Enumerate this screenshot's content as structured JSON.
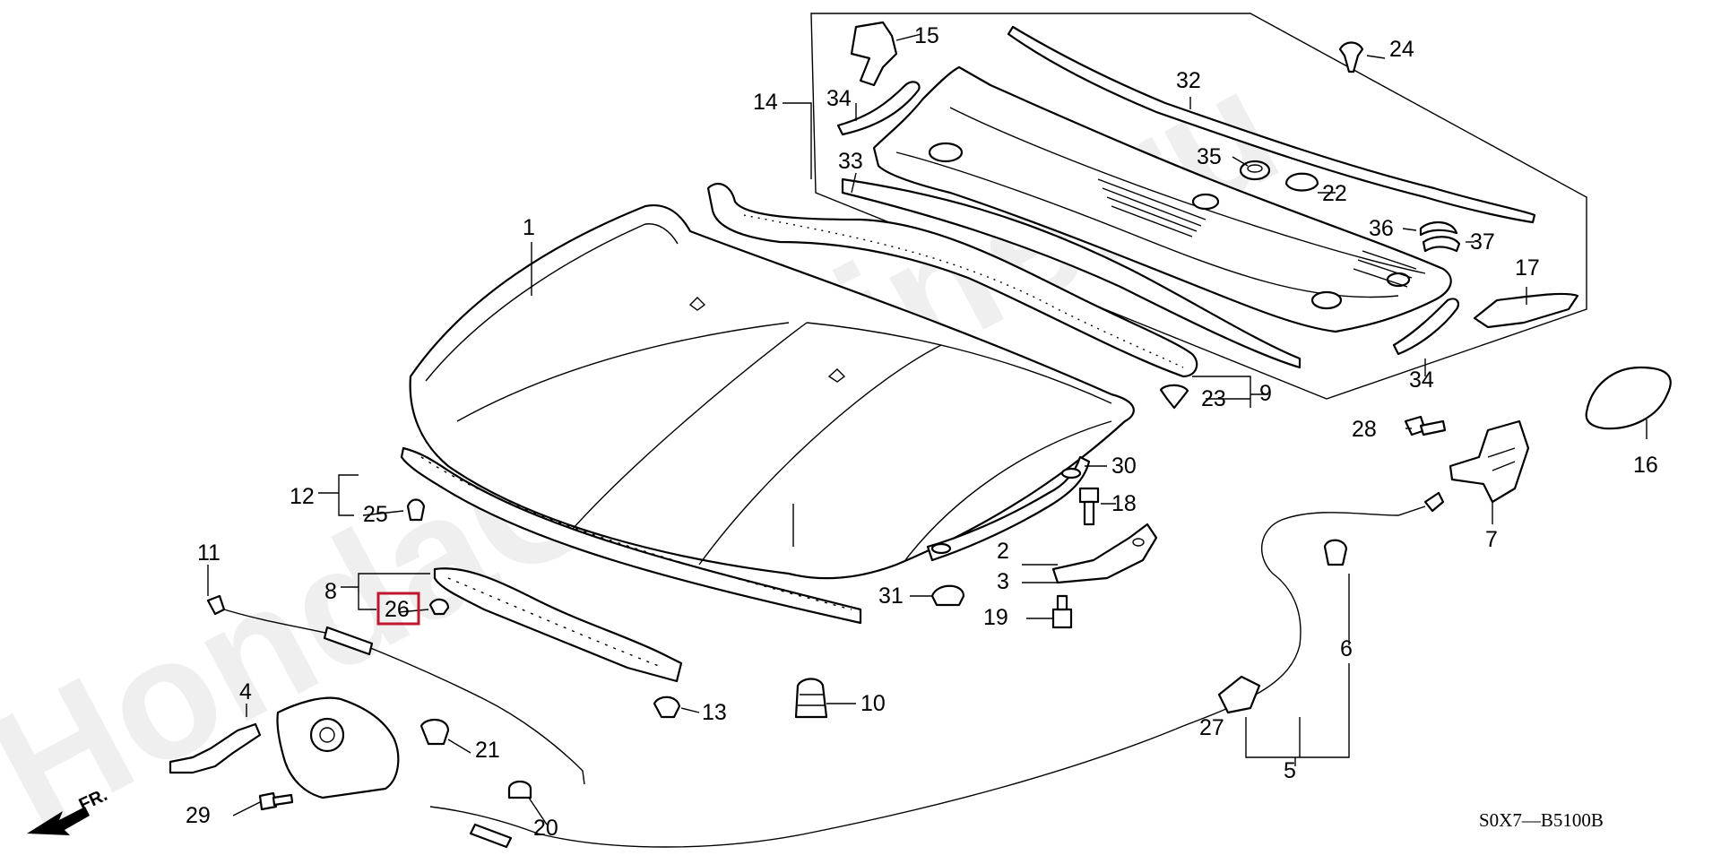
{
  "watermark": "HondaCarMine.ru",
  "diagram_code": "S0X7—B5100B",
  "direction_label": "FR.",
  "highlight_color": "#c0172f",
  "highlighted_part": "26",
  "parts": {
    "p1": "1",
    "p2": "2",
    "p3": "3",
    "p4": "4",
    "p5": "5",
    "p6": "6",
    "p7": "7",
    "p8": "8",
    "p9": "9",
    "p10": "10",
    "p11": "11",
    "p12": "12",
    "p13": "13",
    "p14": "14",
    "p15": "15",
    "p16": "16",
    "p17": "17",
    "p18": "18",
    "p19": "19",
    "p20": "20",
    "p21": "21",
    "p22": "22",
    "p23": "23",
    "p24": "24",
    "p25": "25",
    "p26": "26",
    "p27": "27",
    "p28": "28",
    "p29": "29",
    "p30": "30",
    "p31": "31",
    "p32": "32",
    "p33": "33",
    "p34a": "34",
    "p34b": "34",
    "p35": "35",
    "p36": "36",
    "p37": "37"
  }
}
